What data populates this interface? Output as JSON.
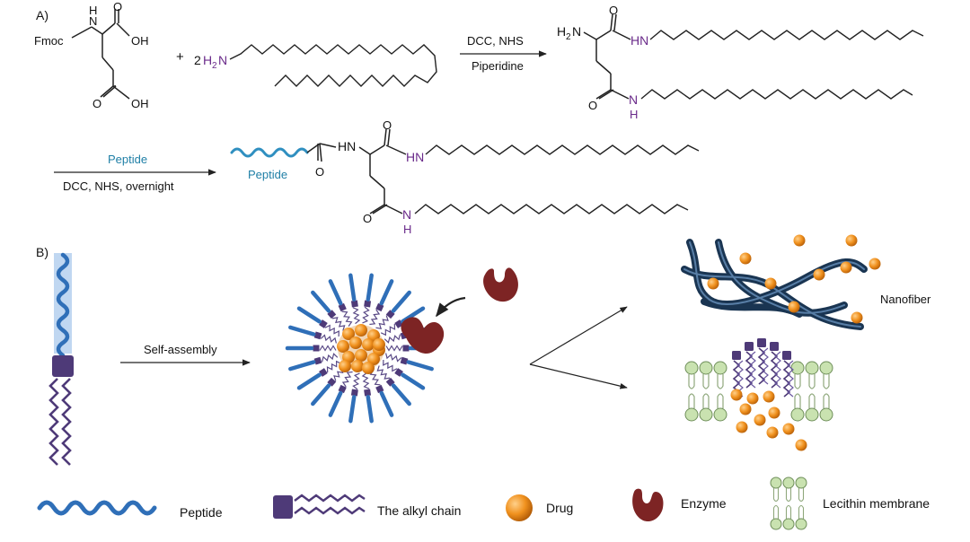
{
  "panel_a": {
    "label": "A)",
    "reactant1": {
      "nh": "N",
      "nh_h": "H",
      "fmoc": "Fmoc",
      "oh_top": "OH",
      "oh_bottom": "OH",
      "o_top": "O",
      "o_bottom": "O"
    },
    "plus": "+",
    "amine": {
      "coef": "2",
      "h": "H",
      "sub": "2",
      "n": "N"
    },
    "step1": {
      "above": "DCC, NHS",
      "below": "Piperidine"
    },
    "product1": {
      "h2n_h": "H",
      "h2n_sub": "2",
      "h2n_n": "N",
      "o_top": "O",
      "hn_top": "HN",
      "o_bottom": "O",
      "n_bottom": "N",
      "h_bottom": "H"
    },
    "step2": {
      "above": "Peptide",
      "below": "DCC, NHS, overnight"
    },
    "product2": {
      "peptide": "Peptide",
      "o_left": "O",
      "hn_mid": "HN",
      "o_top": "O",
      "hn_right": "HN",
      "o_bottom": "O",
      "n_bottom": "N",
      "h_bottom": "H"
    }
  },
  "panel_b": {
    "label": "B)",
    "arrow_label": "Self-assembly",
    "nanofiber_label": "Nanofiber"
  },
  "legend": {
    "peptide": "Peptide",
    "alkyl": "The alkyl chain",
    "drug": "Drug",
    "enzyme": "Enzyme",
    "lecithin": "Lecithin membrane"
  },
  "colors": {
    "peptide_blue": "#2f6fb8",
    "peptide_text": "#1f7fa6",
    "alkyl_purple": "#4e3a78",
    "nitrogen_purple": "#6a2a8a",
    "drug_orange": "#f0911e",
    "enzyme_red": "#7d2424",
    "membrane_green": "#c9e2b0",
    "fiber_navy": "#1a3552"
  }
}
